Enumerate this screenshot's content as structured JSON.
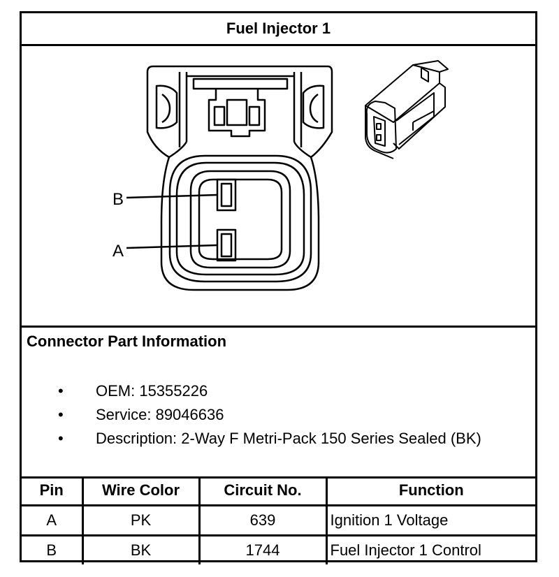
{
  "title": "Fuel Injector 1",
  "diagram": {
    "pin_labels": [
      "B",
      "A"
    ]
  },
  "connector_info": {
    "heading": "Connector Part Information",
    "bullet_symbol": "•",
    "items": [
      "OEM: 15355226",
      "Service: 89046636",
      "Description: 2-Way F Metri-Pack 150 Series Sealed (BK)"
    ]
  },
  "pin_table": {
    "headers": [
      "Pin",
      "Wire Color",
      "Circuit No.",
      "Function"
    ],
    "rows": [
      [
        "A",
        "PK",
        "639",
        "Ignition 1 Voltage"
      ],
      [
        "B",
        "BK",
        "1744",
        "Fuel Injector 1 Control"
      ]
    ]
  }
}
